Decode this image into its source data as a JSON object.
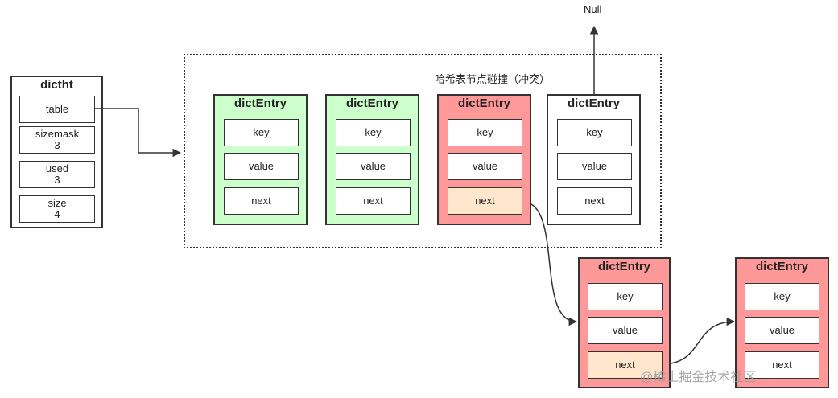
{
  "dictht": {
    "title": "dictht",
    "table": "table",
    "sizemask_label": "sizemask",
    "sizemask_value": "3",
    "used_label": "used",
    "used_value": "3",
    "size_label": "size",
    "size_value": "4"
  },
  "collision_label": "哈希表节点碰撞（冲突）",
  "null_label": "Null",
  "entry": {
    "title": "dictEntry",
    "key": "key",
    "value": "value",
    "next": "next"
  },
  "colors": {
    "green": "#ccffcc",
    "red": "#ff9999",
    "peach": "#ffe6cc",
    "line": "#333333"
  },
  "watermark": "@稀土掘金技术社区"
}
